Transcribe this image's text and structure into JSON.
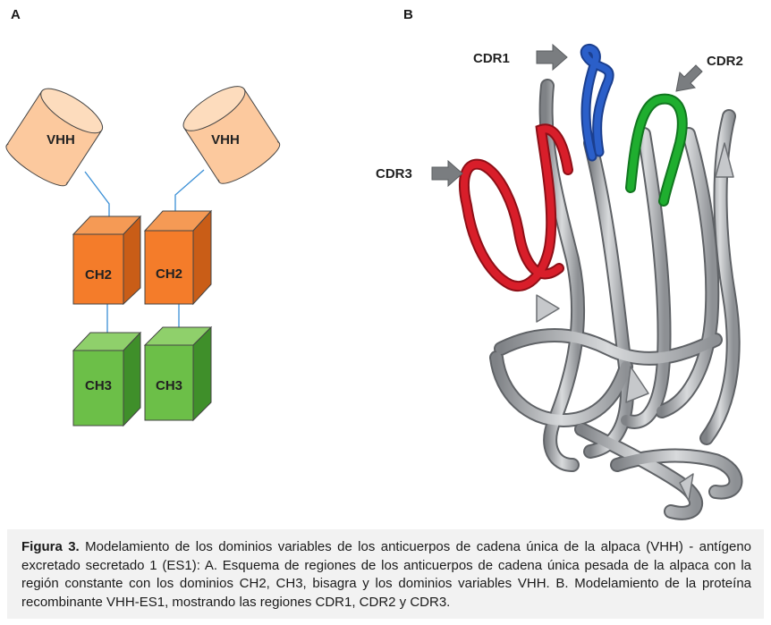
{
  "panels": {
    "a": "A",
    "b": "B"
  },
  "schematic": {
    "vhh_left": "VHH",
    "vhh_right": "VHH",
    "ch2_left": "CH2",
    "ch2_right": "CH2",
    "ch3_left": "CH3",
    "ch3_right": "CH3",
    "colors": {
      "vhh": "#fcc99e",
      "ch2": "#f47c2a",
      "ch3": "#6cbf48",
      "linker": "#3a8fd6"
    }
  },
  "structure": {
    "cdr1": "CDR1",
    "cdr2": "CDR2",
    "cdr3": "CDR3",
    "colors": {
      "cdr1": "#2b5fc9",
      "cdr2": "#1fae2f",
      "cdr3": "#d81e2a",
      "framework": "#b9bcc0",
      "arrow": "#7a7d80"
    }
  },
  "caption": {
    "figure_label": "Figura 3.",
    "text": " Modelamiento de los dominios variables de los anticuerpos de cadena única de la alpaca (VHH) - antígeno excretado secretado 1 (ES1): A. Esquema de regiones de los anticuerpos de cadena única pesada de la alpaca con la región constante con los dominios CH2, CH3, bisagra y los dominios variables VHH. B. Modelamiento de la proteína recombinante VHH-ES1, mostrando las regiones CDR1, CDR2 y CDR3."
  }
}
